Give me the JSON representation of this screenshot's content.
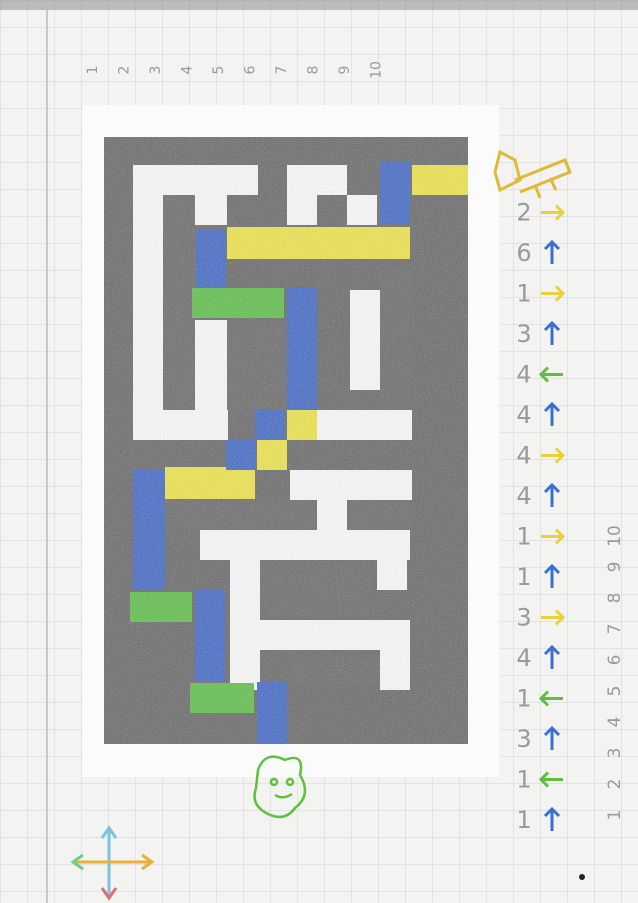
{
  "image": {
    "description_label": "Hand-drawn maze puzzle on squared notebook paper",
    "top_ruler": [
      "1",
      "2",
      "3",
      "4",
      "5",
      "6",
      "7",
      "8",
      "9",
      "10"
    ],
    "right_ruler": [
      "1",
      "2",
      "3",
      "4",
      "5",
      "6",
      "7",
      "8",
      "9",
      "10"
    ],
    "instructions": [
      {
        "count": "2",
        "arrow": "right-arrow",
        "color": "#e6d23a"
      },
      {
        "count": "6",
        "arrow": "up-arrow",
        "color": "#3b6fd1"
      },
      {
        "count": "1",
        "arrow": "right-arrow",
        "color": "#e6d23a"
      },
      {
        "count": "3",
        "arrow": "up-arrow",
        "color": "#3b6fd1"
      },
      {
        "count": "4",
        "arrow": "left-arrow",
        "color": "#5fbf3a"
      },
      {
        "count": "4",
        "arrow": "up-arrow",
        "color": "#3b6fd1"
      },
      {
        "count": "4",
        "arrow": "right-arrow",
        "color": "#e6d23a"
      },
      {
        "count": "4",
        "arrow": "up-arrow",
        "color": "#3b6fd1"
      },
      {
        "count": "1",
        "arrow": "right-arrow",
        "color": "#e6d23a"
      },
      {
        "count": "1",
        "arrow": "up-arrow",
        "color": "#3b6fd1"
      },
      {
        "count": "3",
        "arrow": "right-arrow",
        "color": "#e6d23a"
      },
      {
        "count": "4",
        "arrow": "up-arrow",
        "color": "#3b6fd1"
      },
      {
        "count": "1",
        "arrow": "left-arrow",
        "color": "#5fbf3a"
      },
      {
        "count": "3",
        "arrow": "up-arrow",
        "color": "#3b6fd1"
      },
      {
        "count": "1",
        "arrow": "left-arrow",
        "color": "#5fbf3a"
      },
      {
        "count": "1",
        "arrow": "up-arrow",
        "color": "#3b6fd1"
      }
    ],
    "colors": {
      "paper": "#f3f3f1",
      "grid": "#cfd3d6",
      "wall": "#4a4a4a",
      "blue": "#2f67c9",
      "yellow": "#eee53a",
      "green": "#5cc23c",
      "robot": "#5cc23c",
      "goal": "#e2b838"
    },
    "icons": [
      "robot-icon",
      "goal-key-icon",
      "compass-icon"
    ]
  }
}
